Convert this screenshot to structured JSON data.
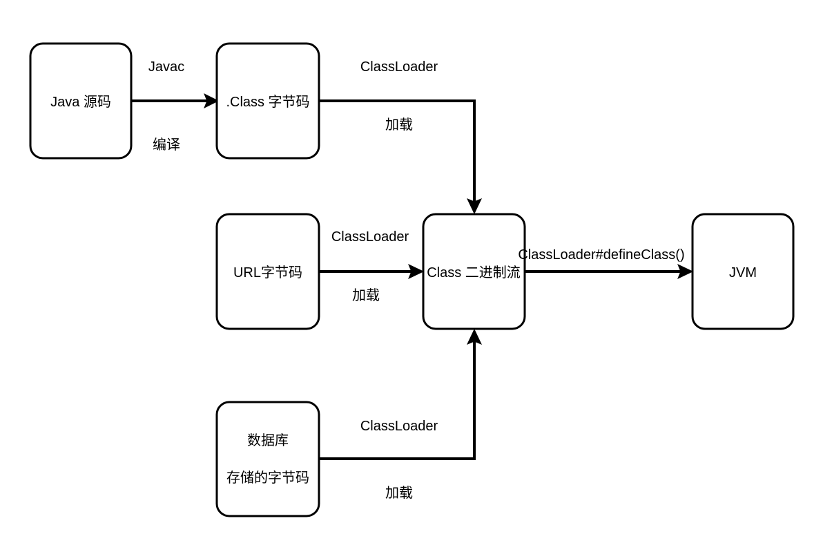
{
  "nodes": {
    "java_source": "Java 源码",
    "class_bytecode": ".Class 字节码",
    "url_bytecode": "URL字节码",
    "class_binary_stream": "Class 二进制流",
    "jvm": "JVM",
    "db_bytecode_line1": "数据库",
    "db_bytecode_line2": "存储的字节码"
  },
  "edges": {
    "javac_label": "Javac",
    "compile_label": "编译",
    "class_to_stream_top": "ClassLoader",
    "class_to_stream_bottom": "加载",
    "url_to_stream_top": "ClassLoader",
    "url_to_stream_bottom": "加载",
    "stream_to_jvm_top": "ClassLoader#defineClass()",
    "db_to_stream_top": "ClassLoader",
    "db_to_stream_bottom": "加载"
  }
}
